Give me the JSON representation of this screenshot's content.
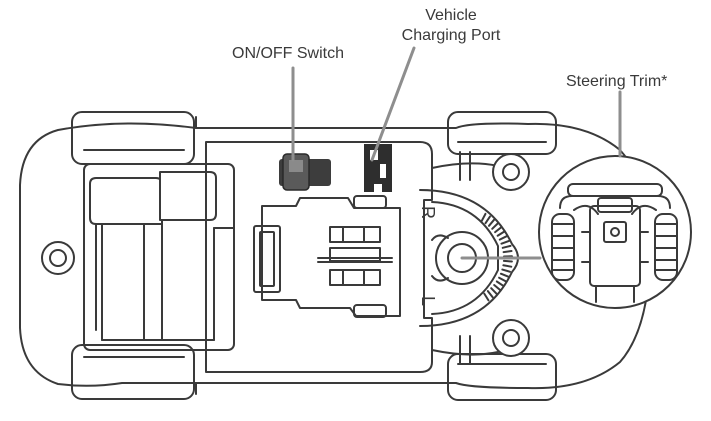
{
  "labels": {
    "on_off_switch": "ON/OFF Switch",
    "vehicle_charging_port_line1": "Vehicle",
    "vehicle_charging_port_line2": "Charging Port",
    "steering_trim": "Steering Trim*"
  },
  "dial": {
    "right_mark": "R",
    "left_mark": "L"
  },
  "colors": {
    "line": "#3a3a3a",
    "leader": "#8e8e8e",
    "switch_fill": "#4a4a4a",
    "port_fill": "#2e2e2e"
  },
  "icons": [
    "car-chassis",
    "on-off-switch-icon",
    "charging-port-icon",
    "steering-trim-dial",
    "magnifier-inset"
  ]
}
